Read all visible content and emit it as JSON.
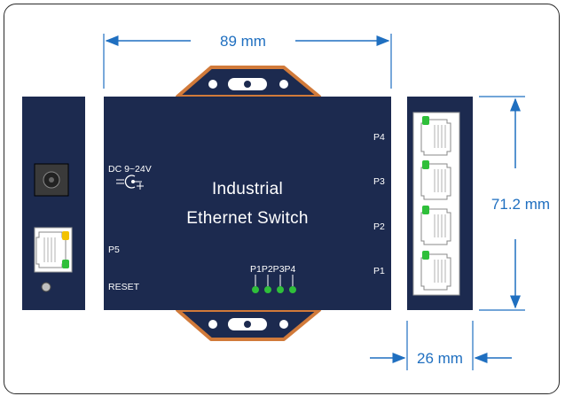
{
  "dimensions": {
    "width": "89 mm",
    "height": "71.2 mm",
    "depth": "26 mm"
  },
  "front_panel": {
    "title_line1": "Industrial",
    "title_line2": "Ethernet Switch",
    "power_label": "DC 9~24V",
    "power_polarity": "=C+",
    "port_p5": "P5",
    "reset": "RESET",
    "led_labels": "P1P2P3P4",
    "right_ports": [
      "P4",
      "P3",
      "P2",
      "P1"
    ]
  },
  "colors": {
    "body": "#1c2a4f",
    "mount": "#d17a3a",
    "dimension": "#1f6fc0",
    "led_green": "#2fbf3a",
    "led_yellow": "#f2c200"
  }
}
